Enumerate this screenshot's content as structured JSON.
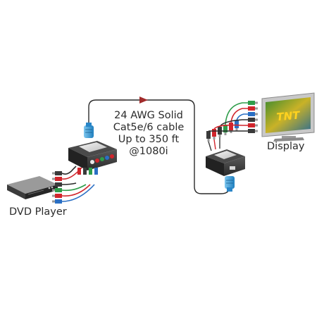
{
  "labels": {
    "cable_lines": [
      "24 AWG Solid",
      "Cat5e/6 cable",
      "Up to 350 ft",
      "@1080i"
    ],
    "source_device": "DVD Player",
    "sink_device": "Display",
    "screen_logo": "TNT"
  },
  "colors": {
    "cable": "#2a2a2a",
    "direction_arrow": "#a12b2b",
    "rj45_plug": "#3aa0d8",
    "component_red": "#d1252c",
    "component_green": "#2e9d4a",
    "component_blue": "#2a6fc4",
    "device_body": "#3d3d3d",
    "device_top": "#e9e9e9"
  },
  "icons": [
    "dvd-player-icon",
    "transmitter-icon",
    "receiver-icon",
    "rj45-plug-icon",
    "rca-plug-icon",
    "display-icon",
    "arrow-icon"
  ]
}
